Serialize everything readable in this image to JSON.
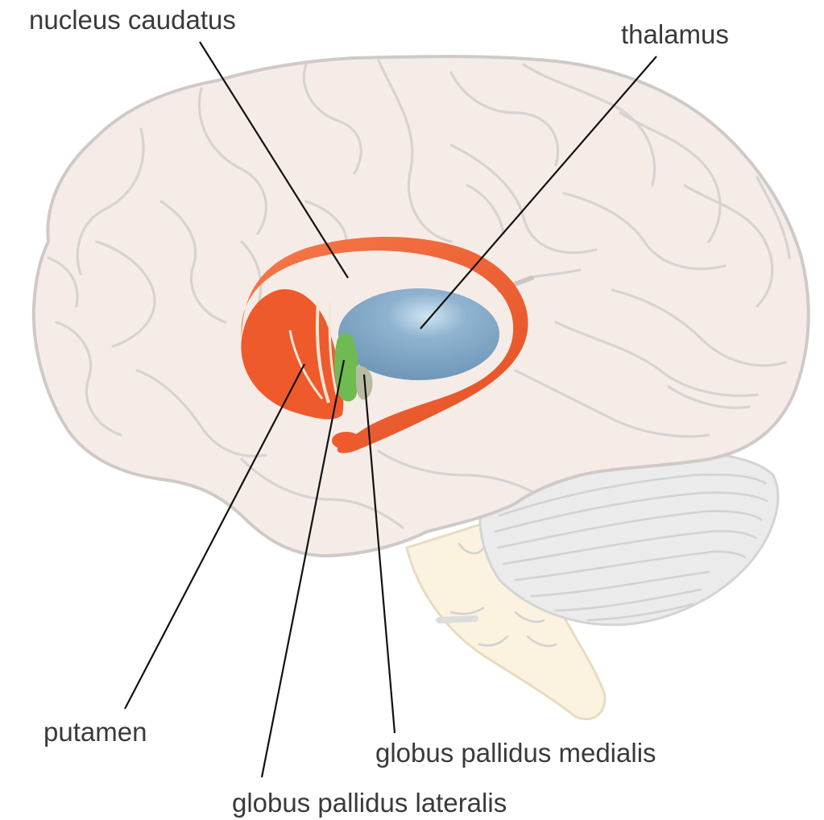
{
  "labels": {
    "nucleus_caudatus": "nucleus caudatus",
    "thalamus": "thalamus",
    "putamen": "putamen",
    "globus_pallidus_medialis": "globus pallidus medialis",
    "globus_pallidus_lateralis": "globus pallidus lateralis"
  },
  "colors": {
    "brain_fill": "#f6ece7",
    "brain_outline": "#cfcac7",
    "cerebellum_fill": "#ebebeb",
    "brainstem_fill": "#fbf3df",
    "caudate_putamen": "#ee5a2c",
    "thalamus": "#7aa1c0",
    "globus_pallidus_lateralis": "#6fba52",
    "globus_pallidus_medialis": "#b8bba2"
  }
}
